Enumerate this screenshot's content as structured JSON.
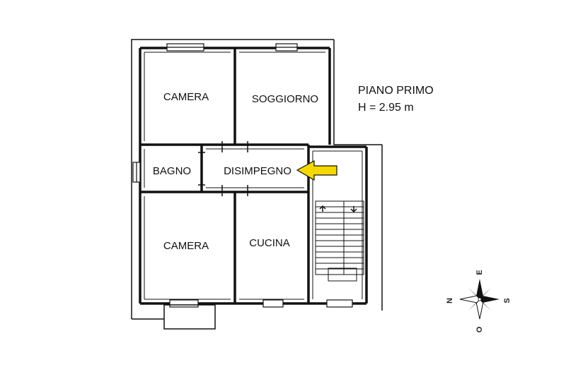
{
  "title": "PIANO PRIMO",
  "height_note": "H = 2.95 m",
  "rooms": {
    "camera_top": "CAMERA",
    "soggiorno": "SOGGIORNO",
    "bagno": "BAGNO",
    "disimpegno": "DISIMPEGNO",
    "camera_bottom": "CAMERA",
    "cucina": "CUCINA"
  },
  "compass": {
    "north": "N",
    "east": "E",
    "south": "S",
    "west": "O"
  },
  "colors": {
    "arrow_fill": "#f5d800",
    "wall": "#111111"
  }
}
